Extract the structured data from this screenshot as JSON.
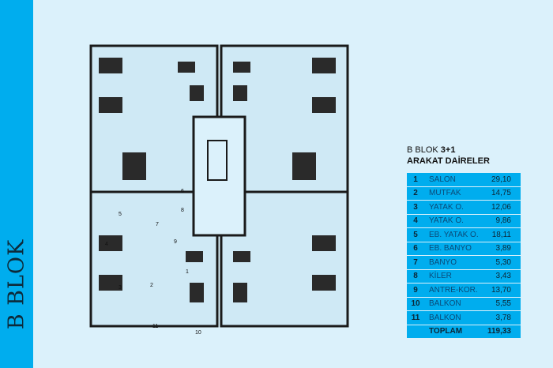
{
  "side_title": "B BLOK",
  "heading": {
    "block": "B BLOK ",
    "type": "3+1",
    "subtitle": "ARAKAT DAİRELER"
  },
  "rooms": [
    {
      "no": "1",
      "name": "SALON",
      "area": "29,10"
    },
    {
      "no": "2",
      "name": "MUTFAK",
      "area": "14,75"
    },
    {
      "no": "3",
      "name": "YATAK O.",
      "area": "12,06"
    },
    {
      "no": "4",
      "name": "YATAK O.",
      "area": "9,86"
    },
    {
      "no": "5",
      "name": "EB. YATAK O.",
      "area": "18,11"
    },
    {
      "no": "6",
      "name": "EB. BANYO",
      "area": "3,89"
    },
    {
      "no": "7",
      "name": "BANYO",
      "area": "5,30"
    },
    {
      "no": "8",
      "name": "KİLER",
      "area": "3,43"
    },
    {
      "no": "9",
      "name": "ANTRE-KOR.",
      "area": "13,70"
    },
    {
      "no": "10",
      "name": "BALKON",
      "area": "5,55"
    },
    {
      "no": "11",
      "name": "BALKON",
      "area": "3,78"
    }
  ],
  "total": {
    "label": "TOPLAM",
    "area": "119,33"
  },
  "colors": {
    "accent": "#00adee",
    "background": "#dbf1fb",
    "wall": "#1a1a1a"
  }
}
